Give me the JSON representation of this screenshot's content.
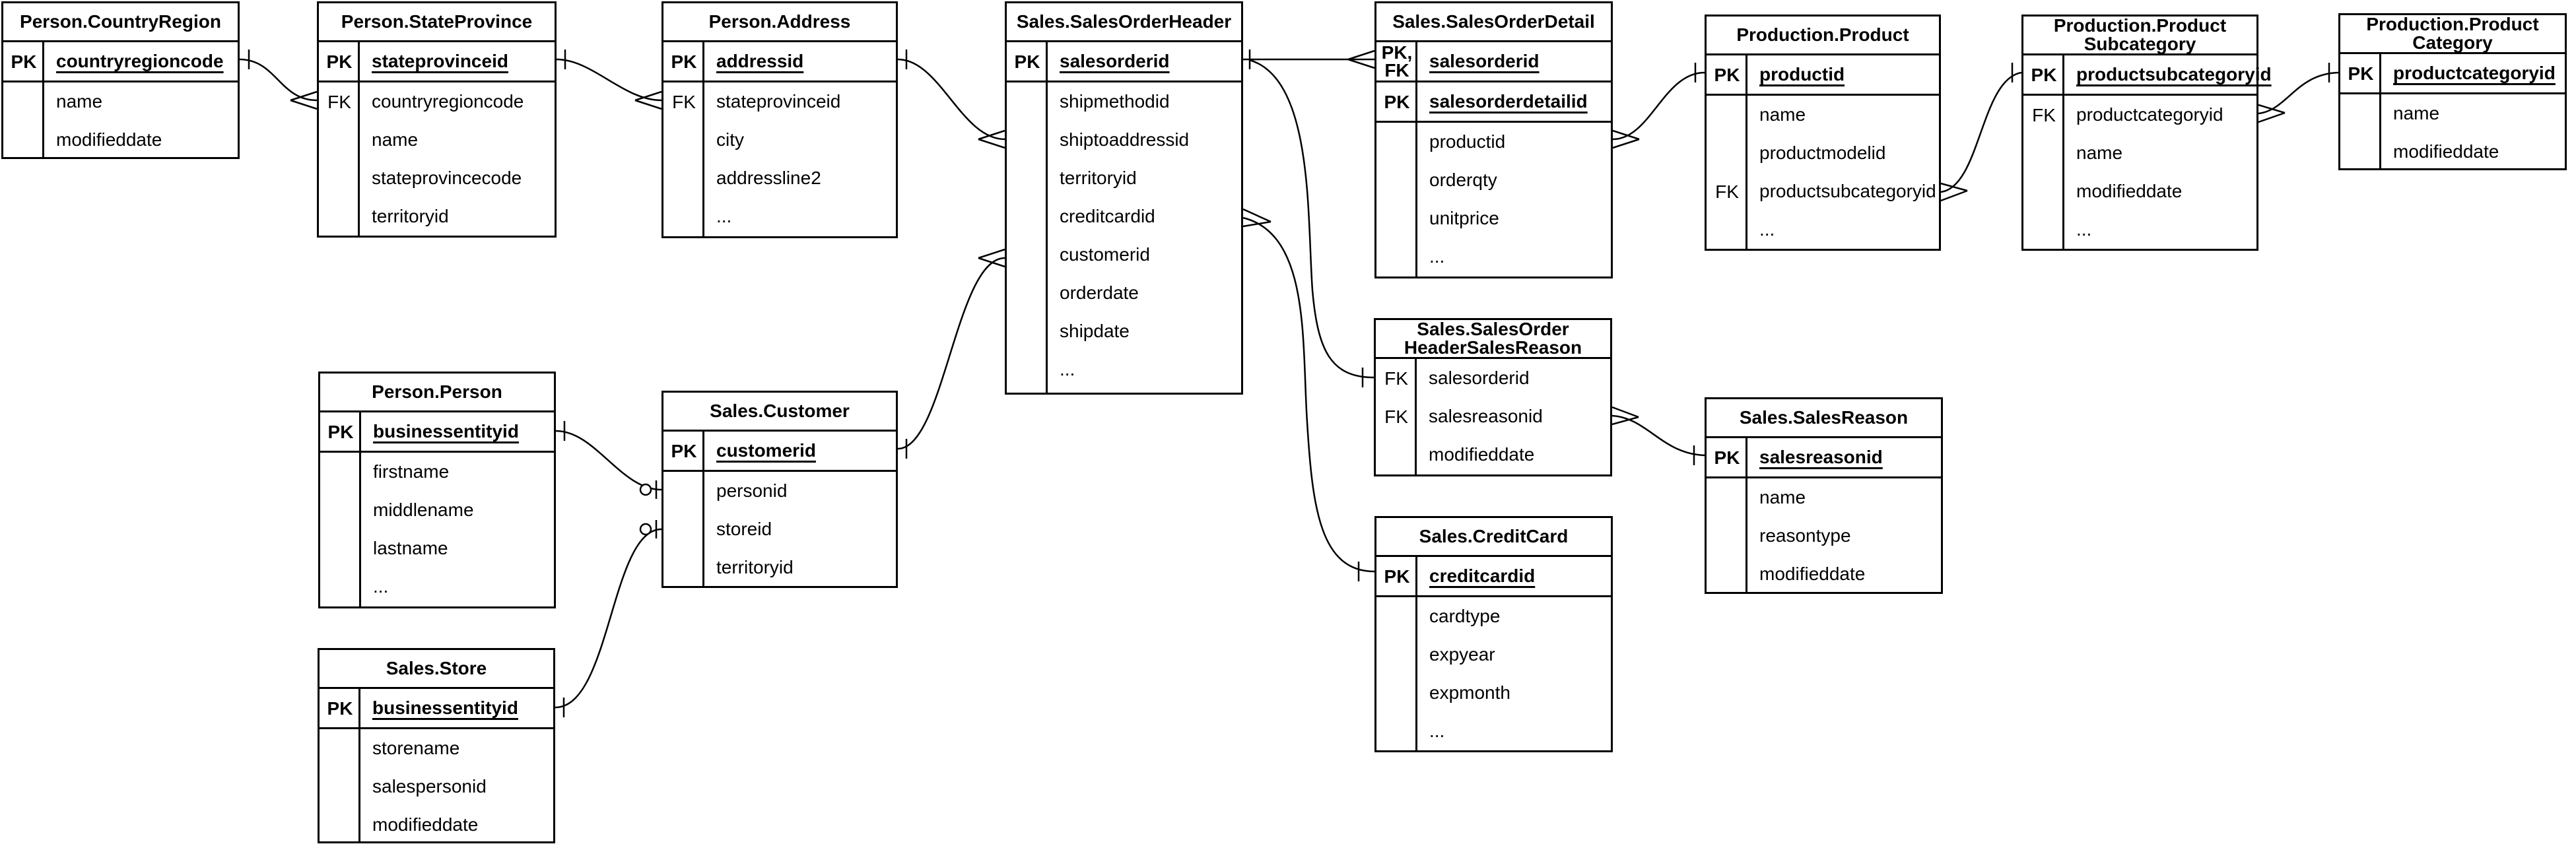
{
  "diagram": {
    "colors": {
      "background": "#ffffff",
      "line": "#000000",
      "text": "#000000"
    },
    "tables": {
      "countryregion": {
        "title": "Person.CountryRegion",
        "bands": [
          {
            "rows": [
              {
                "key": "PK",
                "name": "countryregioncode",
                "pk": true
              }
            ]
          },
          {
            "rows": [
              {
                "key": "",
                "name": "name"
              },
              {
                "key": "",
                "name": "modifieddate"
              }
            ]
          }
        ]
      },
      "stateprovince": {
        "title": "Person.StateProvince",
        "bands": [
          {
            "rows": [
              {
                "key": "PK",
                "name": "stateprovinceid",
                "pk": true
              }
            ]
          },
          {
            "rows": [
              {
                "key": "FK",
                "name": "countryregioncode"
              },
              {
                "key": "",
                "name": "name"
              },
              {
                "key": "",
                "name": "stateprovincecode"
              },
              {
                "key": "",
                "name": "territoryid"
              }
            ]
          }
        ]
      },
      "address": {
        "title": "Person.Address",
        "bands": [
          {
            "rows": [
              {
                "key": "PK",
                "name": "addressid",
                "pk": true
              }
            ]
          },
          {
            "rows": [
              {
                "key": "FK",
                "name": "stateprovinceid"
              },
              {
                "key": "",
                "name": "city"
              },
              {
                "key": "",
                "name": "addressline2"
              },
              {
                "key": "",
                "name": "..."
              }
            ]
          }
        ]
      },
      "salesorderheader": {
        "title": "Sales.SalesOrderHeader",
        "bands": [
          {
            "rows": [
              {
                "key": "PK",
                "name": "salesorderid",
                "pk": true
              }
            ]
          },
          {
            "rows": [
              {
                "key": "",
                "name": "shipmethodid"
              },
              {
                "key": "",
                "name": "shiptoaddressid"
              },
              {
                "key": "",
                "name": "territoryid"
              },
              {
                "key": "",
                "name": "creditcardid"
              },
              {
                "key": "",
                "name": "customerid"
              },
              {
                "key": "",
                "name": "orderdate"
              },
              {
                "key": "",
                "name": "shipdate"
              },
              {
                "key": "",
                "name": "..."
              }
            ]
          }
        ]
      },
      "salesorderdetail": {
        "title": "Sales.SalesOrderDetail",
        "bands": [
          {
            "rows": [
              {
                "key": "PK, FK",
                "name": "salesorderid",
                "pk": true
              }
            ]
          },
          {
            "rows": [
              {
                "key": "PK",
                "name": "salesorderdetailid",
                "pk": true
              }
            ]
          },
          {
            "rows": [
              {
                "key": "",
                "name": "productid"
              },
              {
                "key": "",
                "name": "orderqty"
              },
              {
                "key": "",
                "name": "unitprice"
              },
              {
                "key": "",
                "name": "..."
              }
            ]
          }
        ]
      },
      "product": {
        "title": "Production.Product",
        "bands": [
          {
            "rows": [
              {
                "key": "PK",
                "name": "productid",
                "pk": true
              }
            ]
          },
          {
            "rows": [
              {
                "key": "",
                "name": "name"
              },
              {
                "key": "",
                "name": "productmodelid"
              },
              {
                "key": "FK",
                "name": "productsubcategoryid"
              },
              {
                "key": "",
                "name": "..."
              }
            ]
          }
        ]
      },
      "productsubcategory": {
        "title": "Production.Product\nSubcategory",
        "bands": [
          {
            "rows": [
              {
                "key": "PK",
                "name": "productsubcategoryid",
                "pk": true
              }
            ]
          },
          {
            "rows": [
              {
                "key": "FK",
                "name": "productcategoryid"
              },
              {
                "key": "",
                "name": "name"
              },
              {
                "key": "",
                "name": "modifieddate"
              },
              {
                "key": "",
                "name": "..."
              }
            ]
          }
        ]
      },
      "productcategory": {
        "title": "Production.Product\nCategory",
        "bands": [
          {
            "rows": [
              {
                "key": "PK",
                "name": "productcategoryid",
                "pk": true
              }
            ]
          },
          {
            "rows": [
              {
                "key": "",
                "name": "name"
              },
              {
                "key": "",
                "name": "modifieddate"
              }
            ]
          }
        ]
      },
      "person": {
        "title": "Person.Person",
        "bands": [
          {
            "rows": [
              {
                "key": "PK",
                "name": "businessentityid",
                "pk": true
              }
            ]
          },
          {
            "rows": [
              {
                "key": "",
                "name": "firstname"
              },
              {
                "key": "",
                "name": "middlename"
              },
              {
                "key": "",
                "name": "lastname"
              },
              {
                "key": "",
                "name": "..."
              }
            ]
          }
        ]
      },
      "customer": {
        "title": "Sales.Customer",
        "bands": [
          {
            "rows": [
              {
                "key": "PK",
                "name": "customerid",
                "pk": true
              }
            ]
          },
          {
            "rows": [
              {
                "key": "",
                "name": "personid"
              },
              {
                "key": "",
                "name": "storeid"
              },
              {
                "key": "",
                "name": "territoryid"
              }
            ]
          }
        ]
      },
      "store": {
        "title": "Sales.Store",
        "bands": [
          {
            "rows": [
              {
                "key": "PK",
                "name": "businessentityid",
                "pk": true
              }
            ]
          },
          {
            "rows": [
              {
                "key": "",
                "name": "storename"
              },
              {
                "key": "",
                "name": "salespersonid"
              },
              {
                "key": "",
                "name": "modifieddate"
              }
            ]
          }
        ]
      },
      "salesorderheadersalesreason": {
        "title": "Sales.SalesOrder\nHeaderSalesReason",
        "bands": [
          {
            "rows": [
              {
                "key": "FK",
                "name": "salesorderid"
              },
              {
                "key": "FK",
                "name": "salesreasonid"
              },
              {
                "key": "",
                "name": "modifieddate"
              }
            ]
          }
        ]
      },
      "salesreason": {
        "title": "Sales.SalesReason",
        "bands": [
          {
            "rows": [
              {
                "key": "PK",
                "name": "salesreasonid",
                "pk": true
              }
            ]
          },
          {
            "rows": [
              {
                "key": "",
                "name": "name"
              },
              {
                "key": "",
                "name": "reasontype"
              },
              {
                "key": "",
                "name": "modifieddate"
              }
            ]
          }
        ]
      },
      "creditcard": {
        "title": "Sales.CreditCard",
        "bands": [
          {
            "rows": [
              {
                "key": "PK",
                "name": "creditcardid",
                "pk": true
              }
            ]
          },
          {
            "rows": [
              {
                "key": "",
                "name": "cardtype"
              },
              {
                "key": "",
                "name": "expyear"
              },
              {
                "key": "",
                "name": "expmonth"
              },
              {
                "key": "",
                "name": "..."
              }
            ]
          }
        ]
      }
    },
    "relationships": [
      {
        "from": "Person.CountryRegion.countryregioncode",
        "to": "Person.StateProvince.countryregioncode",
        "from_card": "one",
        "to_card": "many"
      },
      {
        "from": "Person.StateProvince.stateprovinceid",
        "to": "Person.Address.stateprovinceid",
        "from_card": "one",
        "to_card": "many"
      },
      {
        "from": "Person.Address.addressid",
        "to": "Sales.SalesOrderHeader.shiptoaddressid",
        "from_card": "one",
        "to_card": "many"
      },
      {
        "from": "Sales.SalesOrderHeader.salesorderid",
        "to": "Sales.SalesOrderDetail.salesorderid",
        "from_card": "one",
        "to_card": "many"
      },
      {
        "from": "Sales.SalesOrderHeader.salesorderid",
        "to": "Sales.SalesOrderHeaderSalesReason.salesorderid",
        "from_card": "one",
        "to_card": "one"
      },
      {
        "from": "Sales.SalesOrderHeader.creditcardid",
        "to": "Sales.CreditCard.creditcardid",
        "from_card": "many",
        "to_card": "one"
      },
      {
        "from": "Sales.Customer.customerid",
        "to": "Sales.SalesOrderHeader.customerid",
        "from_card": "one",
        "to_card": "many"
      },
      {
        "from": "Person.Person.businessentityid",
        "to": "Sales.Customer.personid",
        "from_card": "one",
        "to_card": "zero-or-one"
      },
      {
        "from": "Sales.Store.businessentityid",
        "to": "Sales.Customer.storeid",
        "from_card": "one",
        "to_card": "zero-or-one"
      },
      {
        "from": "Sales.SalesOrderDetail.productid",
        "to": "Production.Product.productid",
        "from_card": "many",
        "to_card": "one"
      },
      {
        "from": "Production.Product.productsubcategoryid",
        "to": "Production.ProductSubcategory.productsubcategoryid",
        "from_card": "many",
        "to_card": "one"
      },
      {
        "from": "Production.ProductSubcategory.productcategoryid",
        "to": "Production.ProductCategory.productcategoryid",
        "from_card": "many",
        "to_card": "one"
      },
      {
        "from": "Sales.SalesOrderHeaderSalesReason.salesreasonid",
        "to": "Sales.SalesReason.salesreasonid",
        "from_card": "many",
        "to_card": "one"
      }
    ]
  }
}
